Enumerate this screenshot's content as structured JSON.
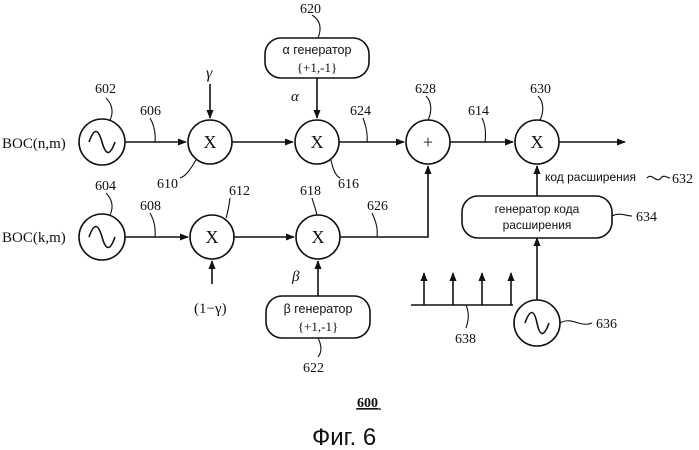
{
  "inputs": {
    "boc_nm": "BOC(n,m)",
    "boc_km": "BOC(k,m)",
    "gamma": "γ",
    "one_minus_gamma": "(1−γ)",
    "alpha": "α",
    "beta": "β"
  },
  "blocks": {
    "alpha_gen_line1": "α генератор",
    "alpha_gen_line2": "{+1,-1}",
    "beta_gen_line1": "β генератор",
    "beta_gen_line2": "{+1,-1}",
    "spread_gen_line1": "генератор кода",
    "spread_gen_line2": "расширения",
    "spread_code": "код расширения"
  },
  "nodes": {
    "mult": "X",
    "sum": "+"
  },
  "refs": {
    "r600": "600",
    "r602": "602",
    "r604": "604",
    "r606": "606",
    "r608": "608",
    "r610": "610",
    "r612": "612",
    "r614": "614",
    "r616": "616",
    "r618": "618",
    "r620": "620",
    "r622": "622",
    "r624": "624",
    "r626": "626",
    "r628": "628",
    "r630": "630",
    "r632": "632",
    "r634": "634",
    "r636": "636",
    "r638": "638"
  },
  "caption": "Фиг. 6"
}
